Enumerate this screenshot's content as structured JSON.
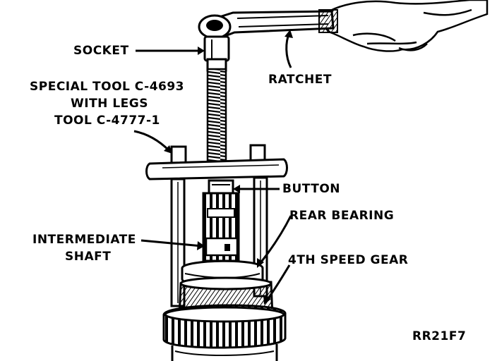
{
  "labels": {
    "socket": "SOCKET",
    "ratchet": "RATCHET",
    "special_tool_line1": "SPECIAL TOOL C-4693",
    "special_tool_line2": "WITH LEGS",
    "special_tool_line3": "TOOL C-4777-1",
    "button": "BUTTON",
    "rear_bearing": "REAR BEARING",
    "intermediate_line1": "INTERMEDIATE",
    "intermediate_line2": "SHAFT",
    "fourth_speed_gear": "4TH SPEED GEAR",
    "figure_code": "RR21F7"
  },
  "colors": {
    "ink": "#000000",
    "paper": "#ffffff"
  }
}
